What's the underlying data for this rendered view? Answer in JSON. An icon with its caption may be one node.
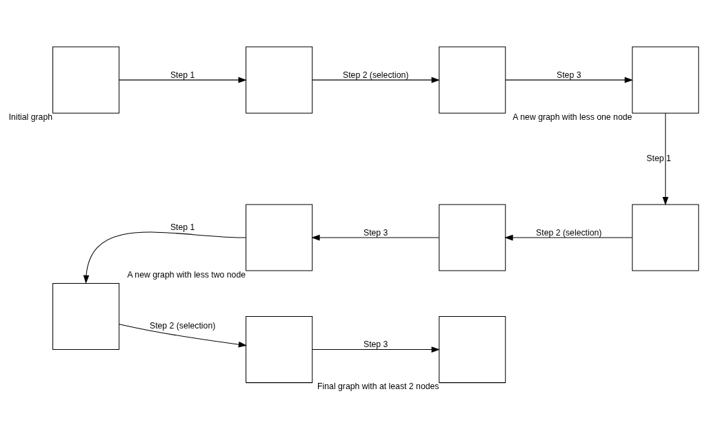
{
  "diagram": {
    "nodes": [
      {
        "text": [],
        "shape": "box",
        "beside": [
          "Initial graph"
        ]
      },
      {
        "text": [],
        "shape": "box"
      },
      {
        "text": [],
        "shape": "box"
      },
      {
        "text": [],
        "shape": "box",
        "beside": [
          "A new graph with less one node"
        ]
      },
      {
        "text": [],
        "shape": "box"
      },
      {
        "text": [],
        "shape": "box"
      },
      {
        "text": [],
        "shape": "box",
        "beside": [
          "A new graph with less two node"
        ]
      },
      {
        "text": [],
        "shape": "box"
      },
      {
        "text": [],
        "shape": "box"
      },
      {
        "text": [],
        "shape": "box",
        "beside": [
          "Final graph with at least 2 nodes"
        ]
      }
    ],
    "edges": [
      {
        "from": 0,
        "to": 1,
        "arrow": "to",
        "label": "Step 1"
      },
      {
        "from": 1,
        "to": 2,
        "arrow": "to",
        "label": "Step 2 (selection)"
      },
      {
        "from": 2,
        "to": 3,
        "arrow": "to",
        "label": "Step 3"
      },
      {
        "from": 3,
        "to": 4,
        "arrow": "to",
        "label": "Step 1"
      },
      {
        "from": 4,
        "to": 5,
        "arrow": "to",
        "label": "Step 2 (selection)"
      },
      {
        "from": 5,
        "to": 6,
        "arrow": "to",
        "label": "Step 3"
      },
      {
        "from": 6,
        "to": 7,
        "arrow": "to",
        "label": "Step 1"
      },
      {
        "from": 7,
        "to": 8,
        "arrow": "to",
        "label": "Step 2 (selection)"
      },
      {
        "from": 8,
        "to": 9,
        "arrow": "to",
        "label": "Step 3"
      }
    ]
  }
}
